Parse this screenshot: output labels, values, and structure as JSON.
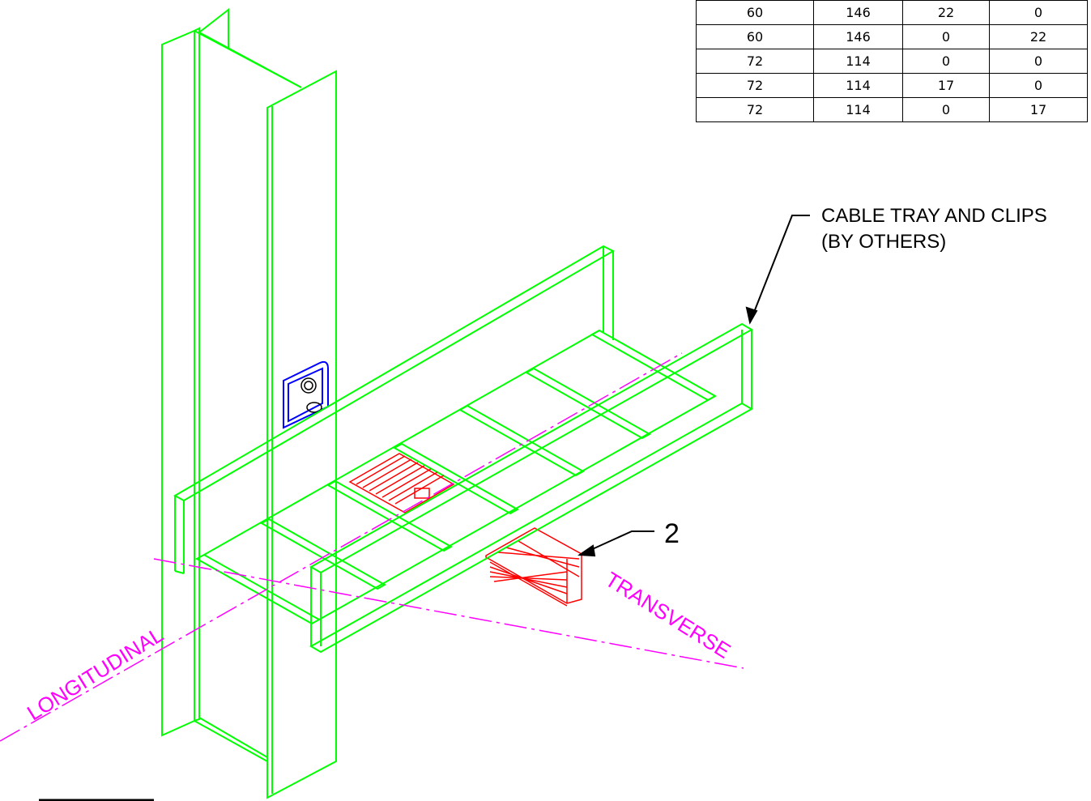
{
  "table": {
    "rows": [
      [
        "60",
        "146",
        "22",
        "0"
      ],
      [
        "60",
        "146",
        "0",
        "22"
      ],
      [
        "72",
        "114",
        "0",
        "0"
      ],
      [
        "72",
        "114",
        "17",
        "0"
      ],
      [
        "72",
        "114",
        "0",
        "17"
      ]
    ]
  },
  "callouts": {
    "cable_tray_line1": "CABLE TRAY AND CLIPS",
    "cable_tray_line2": "(BY OTHERS)",
    "item_number": "2"
  },
  "axes": {
    "longitudinal": "LONGITUDINAL",
    "transverse": "TRANSVERSE"
  },
  "colors": {
    "steel": "#00ff00",
    "block": "#ff0000",
    "clip": "#0000ff",
    "axis": "#ff00ff",
    "leader": "#000000"
  }
}
